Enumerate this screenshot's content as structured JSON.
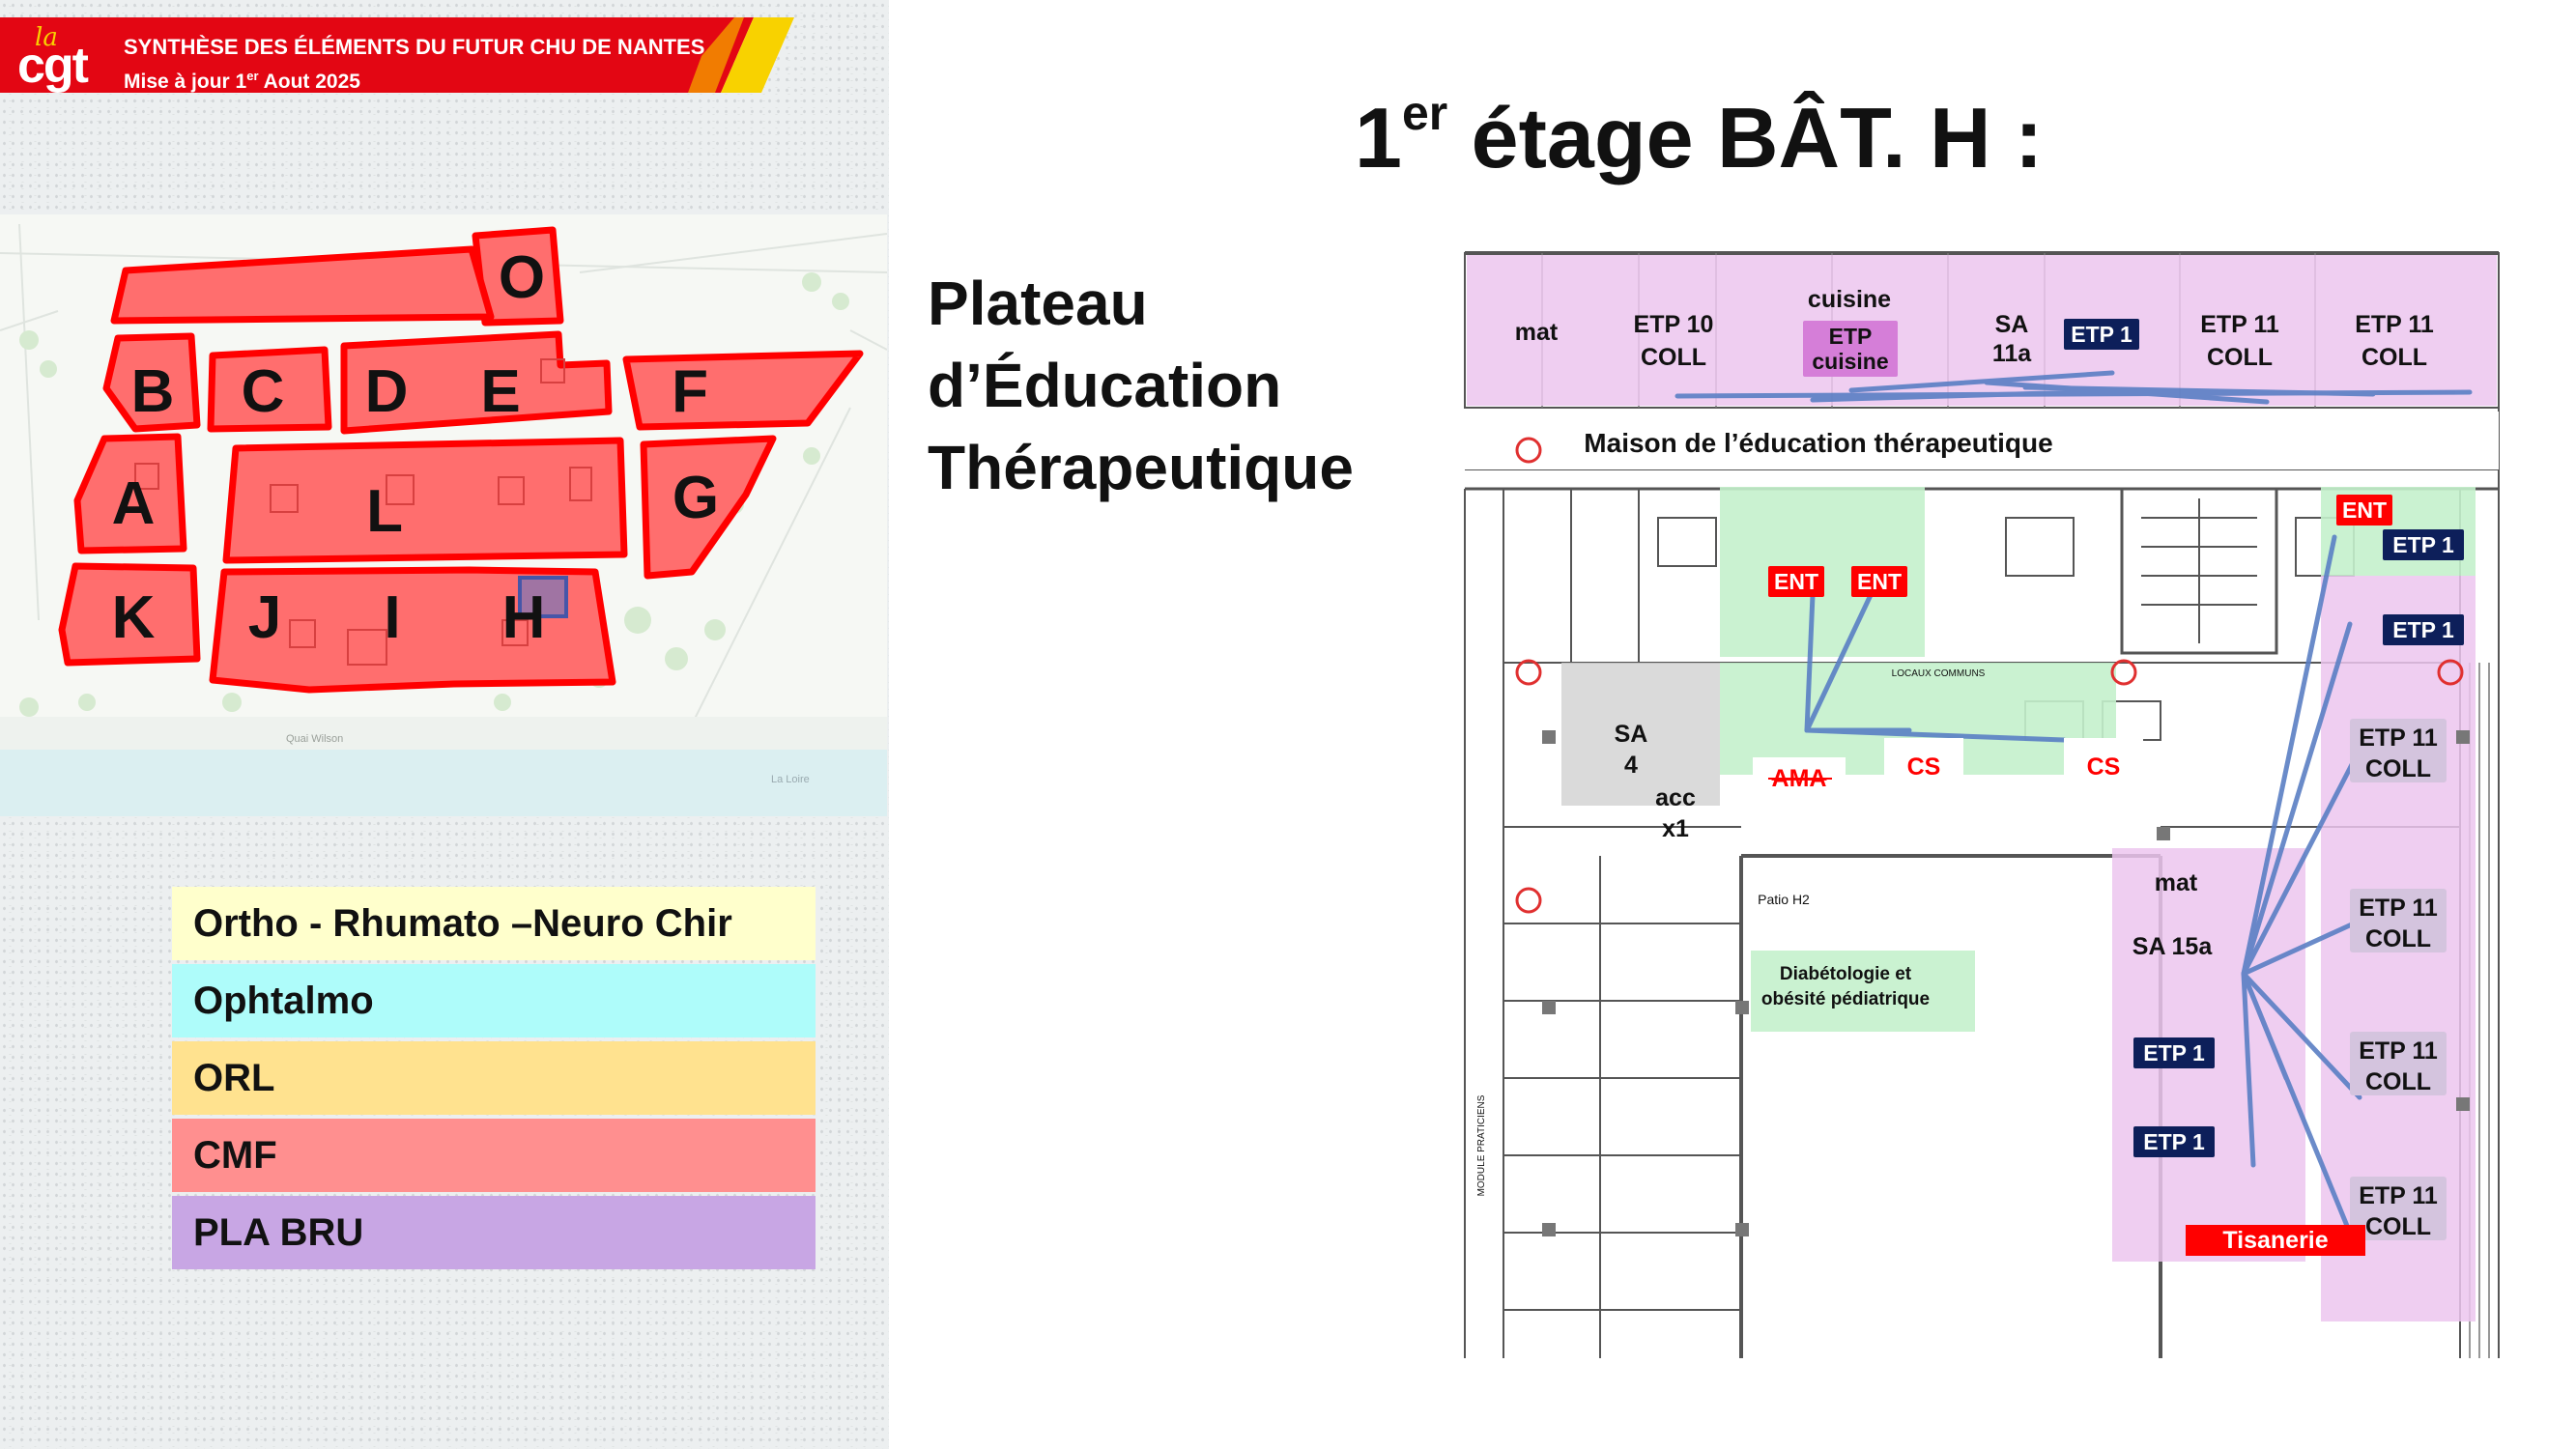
{
  "header": {
    "logo_small": "la",
    "logo_main": "cgt",
    "title": "SYNTHÈSE DES ÉLÉMENTS DU FUTUR CHU DE NANTES",
    "update_prefix": "Mise à jour 1",
    "update_sup": "er",
    "update_suffix": " Aout 2025"
  },
  "map": {
    "buildings": [
      "O",
      "B",
      "C",
      "D",
      "E",
      "F",
      "A",
      "L",
      "G",
      "K",
      "J",
      "I",
      "H"
    ],
    "street_label": "Quai Wilson",
    "river_label": "La Loire",
    "highlight_building": "H"
  },
  "legend": {
    "items": [
      {
        "label": "Ortho - Rhumato –Neuro Chir",
        "color": "#ffffcc"
      },
      {
        "label": "Ophtalmo",
        "color": "#aefcfa"
      },
      {
        "label": "ORL",
        "color": "#ffe28f"
      },
      {
        "label": "CMF",
        "color": "#ff8f8f"
      },
      {
        "label": "PLA BRU",
        "color": "#c8a6e4"
      }
    ]
  },
  "main": {
    "title_prefix": "1",
    "title_sup": "er",
    "title_rest": " étage  BÂT. H :",
    "subtitle_lines": [
      "Plateau",
      "d’Éducation",
      "Thérapeutique"
    ]
  },
  "plan": {
    "top_rooms": {
      "mat": "mat",
      "etp10": [
        "ETP 10",
        "COLL"
      ],
      "cuisine": "cuisine",
      "etp_cuisine": [
        "ETP",
        "cuisine"
      ],
      "sa11a": [
        "SA",
        "11a"
      ],
      "etp1": "ETP 1",
      "etp11a": [
        "ETP 11",
        "COLL"
      ],
      "etp11b": [
        "ETP 11",
        "COLL"
      ]
    },
    "corridor_label": "Maison de l’éducation thérapeutique",
    "ent_a": "ENT",
    "ent_b": "ENT",
    "ent_right": "ENT",
    "etp1_right_a": "ETP 1",
    "etp1_right_b": "ETP 1",
    "sa4": [
      "SA",
      "4"
    ],
    "acc": [
      "acc",
      "x1"
    ],
    "ama": "AMA",
    "cs_a": "CS",
    "cs_b": "CS",
    "patio": "Patio H2",
    "diabeto": [
      "Diabétologie et",
      "obésité pédiatrique"
    ],
    "mat2": "mat",
    "sa15a": "SA 15a",
    "etp1_low_a": "ETP 1",
    "etp1_low_b": "ETP 1",
    "tisanerie": "Tisanerie",
    "etp11_right": [
      [
        "ETP 11",
        "COLL"
      ],
      [
        "ETP 11",
        "COLL"
      ],
      [
        "ETP 11",
        "COLL"
      ],
      [
        "ETP 11",
        "COLL"
      ]
    ],
    "locaux": "LOCAUX COMMUNS",
    "module": "MODULE PRATICIENS"
  },
  "colors": {
    "banner_red": "#e30613",
    "banner_yellow": "#f8d200",
    "building_fill": "#ff6e6e",
    "building_stroke": "#ff0000",
    "room_pink": "#ecc6ee",
    "room_green": "#c4f1cc",
    "label_navy": "#0d1f5a",
    "label_red": "#ff0000",
    "link_blue": "#5a7fc4"
  }
}
